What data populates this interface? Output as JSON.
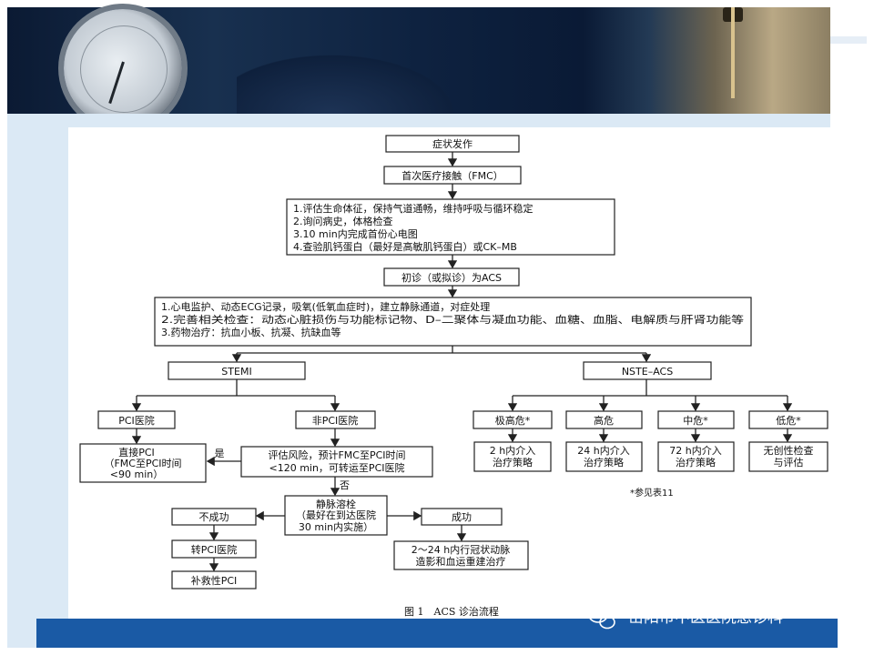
{
  "flowchart": {
    "symptom": "症状发作",
    "fmc": "首次医疗接触（FMC）",
    "initial": [
      "1.评估生命体征，保持气道通畅，维持呼吸与循环稳定",
      "2.询问病史，体格检查",
      "3.10 min内完成首份心电图",
      "4.查验肌钙蛋白（最好是高敏肌钙蛋白）或CK–MB"
    ],
    "diagnosis": "初诊（或拟诊）为ACS",
    "management": [
      "1.心电监护、动态ECG记录，吸氧(低氧血症时)，建立静脉通道，对症处理",
      "2.完善相关检查：动态心脏损伤与功能标记物、D–二聚体与凝血功能、血糖、血脂、电解质与肝肾功能等",
      "3.药物治疗：抗血小板、抗凝、抗缺血等"
    ],
    "stemi": "STEMI",
    "nste": "NSTE–ACS",
    "pci_hospital": "PCI医院",
    "non_pci_hospital": "非PCI医院",
    "direct_pci": [
      "直接PCI",
      "（FMC至PCI时间",
      "<90 min）"
    ],
    "assess": [
      "评估风险，预计FMC至PCI时间",
      "<120 min，可转运至PCI医院"
    ],
    "yes": "是",
    "no": "否",
    "thrombolysis": [
      "静脉溶栓",
      "（最好在到达医院",
      "30 min内实施）"
    ],
    "fail": "不成功",
    "success": "成功",
    "transfer": "转PCI医院",
    "rescue": "补救性PCI",
    "angio": [
      "2～24 h内行冠状动脉",
      "造影和血运重建治疗"
    ],
    "risks": [
      {
        "label": "极高危*",
        "action": [
          "2 h内介入",
          "治疗策略"
        ]
      },
      {
        "label": "高危",
        "action": [
          "24 h内介入",
          "治疗策略"
        ]
      },
      {
        "label": "中危*",
        "action": [
          "72 h内介入",
          "治疗策略"
        ]
      },
      {
        "label": "低危*",
        "action": [
          "无创性检查",
          "与评估"
        ]
      }
    ],
    "footnote": "*参见表11",
    "caption": "图 1　ACS 诊治流程"
  },
  "watermark": "岳阳市中医医院急诊科",
  "watermark_icon": "wechat-icon"
}
